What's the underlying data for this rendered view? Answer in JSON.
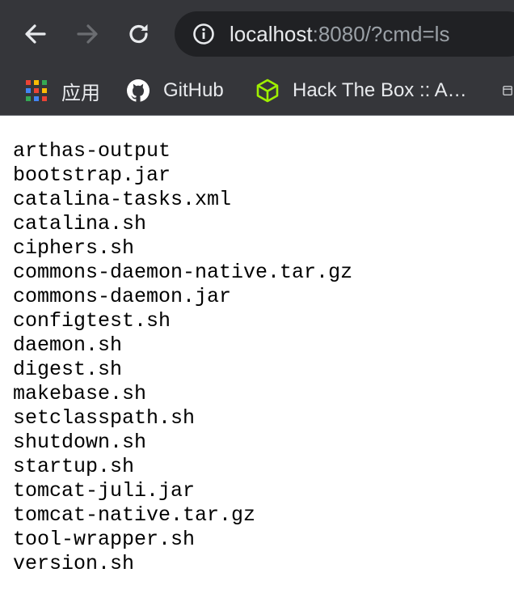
{
  "toolbar": {
    "url_host": "localhost",
    "url_rest": ":8080/?cmd=ls",
    "back_icon": "arrow-left-icon",
    "forward_icon": "arrow-right-icon",
    "reload_icon": "reload-icon",
    "info_icon": "info-icon",
    "colors": {
      "background": "#35363a",
      "omnibox": "#202124",
      "forward_disabled": "#6b6d71"
    }
  },
  "bookmarks": [
    {
      "label": "应用",
      "icon": "apps-grid-icon"
    },
    {
      "label": "GitHub",
      "icon": "github-icon"
    },
    {
      "label": "Hack The Box :: A…",
      "icon": "hackthebox-icon"
    },
    {
      "label": "",
      "icon": "folder-icon"
    }
  ],
  "content": {
    "lines": [
      "arthas-output",
      "bootstrap.jar",
      "catalina-tasks.xml",
      "catalina.sh",
      "ciphers.sh",
      "commons-daemon-native.tar.gz",
      "commons-daemon.jar",
      "configtest.sh",
      "daemon.sh",
      "digest.sh",
      "makebase.sh",
      "setclasspath.sh",
      "shutdown.sh",
      "startup.sh",
      "tomcat-juli.jar",
      "tomcat-native.tar.gz",
      "tool-wrapper.sh",
      "version.sh"
    ]
  }
}
